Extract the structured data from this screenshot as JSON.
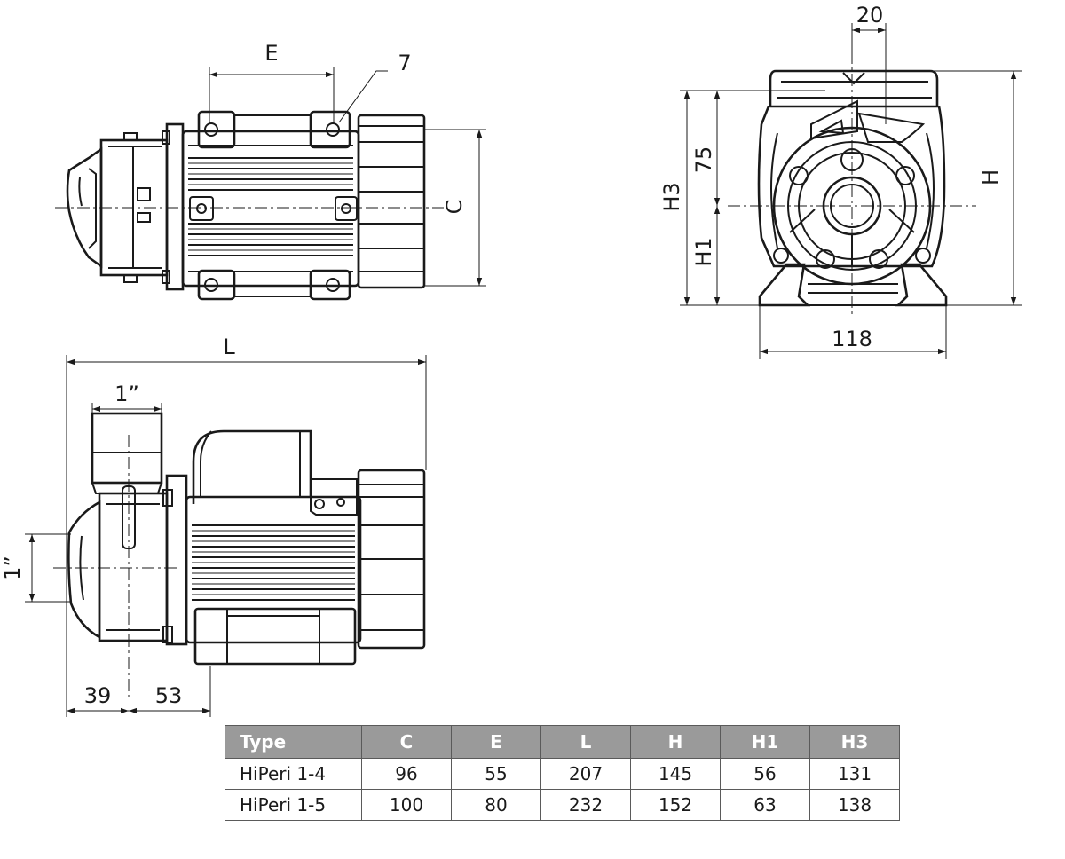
{
  "labels": {
    "E": "E",
    "seven": "7",
    "C": "C",
    "twenty": "20",
    "H": "H",
    "H3": "H3",
    "seventyfive": "75",
    "H1": "H1",
    "w118": "118",
    "L": "L",
    "one_inch_top": "1”",
    "one_inch_side": "1”",
    "thirtynine": "39",
    "fiftythree": "53"
  },
  "table": {
    "headers": [
      "Type",
      "C",
      "E",
      "L",
      "H",
      "H1",
      "H3"
    ],
    "rows": [
      [
        "HiPeri 1-4",
        "96",
        "55",
        "207",
        "145",
        "56",
        "131"
      ],
      [
        "HiPeri 1-5",
        "100",
        "80",
        "232",
        "152",
        "63",
        "138"
      ]
    ]
  }
}
